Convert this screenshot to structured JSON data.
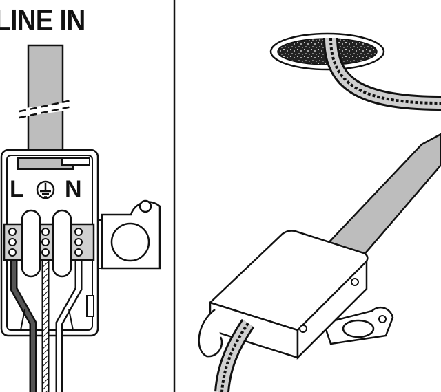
{
  "title": "LINE IN",
  "terminals": {
    "live": "L",
    "neutral": "N"
  },
  "icons": {
    "earth_terminal": "earth-ground-symbol"
  },
  "colors": {
    "line": "#111111",
    "cable_fill": "#bdbdbd",
    "background": "#ffffff",
    "wire_dark": "#555555"
  }
}
